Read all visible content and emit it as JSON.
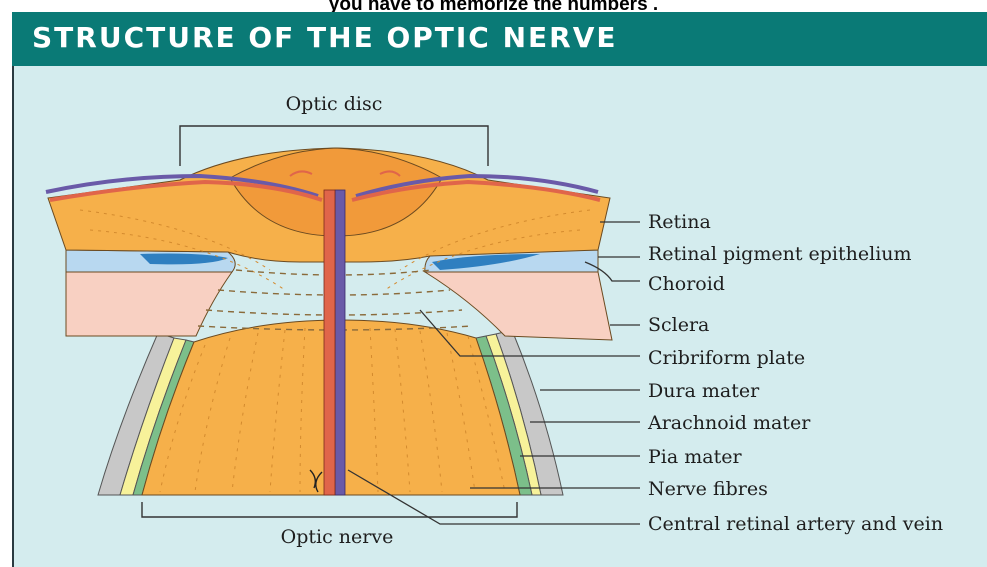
{
  "caption": "you have to memorize the numbers .",
  "header": {
    "title": "STRUCTURE OF THE OPTIC NERVE"
  },
  "labels": {
    "optic_disc": "Optic disc",
    "optic_nerve": "Optic nerve",
    "retina": "Retina",
    "rpe": "Retinal pigment epithelium",
    "choroid": "Choroid",
    "sclera": "Sclera",
    "cribriform": "Cribriform plate",
    "dura": "Dura mater",
    "arachnoid": "Arachnoid mater",
    "pia": "Pia mater",
    "nerve_fibres": "Nerve fibres",
    "central_vessels": "Central retinal artery and vein"
  },
  "colors": {
    "header_bg": "#0a7a76",
    "panel_bg": "#d4ecee",
    "retina": "#f6b04a",
    "sclera": "#f8d0c2",
    "choroid": "#b8d8f0",
    "artery": "#e0654a",
    "vein": "#6a5aa8",
    "dura": "#c8c8c8",
    "arachnoid": "#f7f29a",
    "pia": "#7cbf8a"
  }
}
